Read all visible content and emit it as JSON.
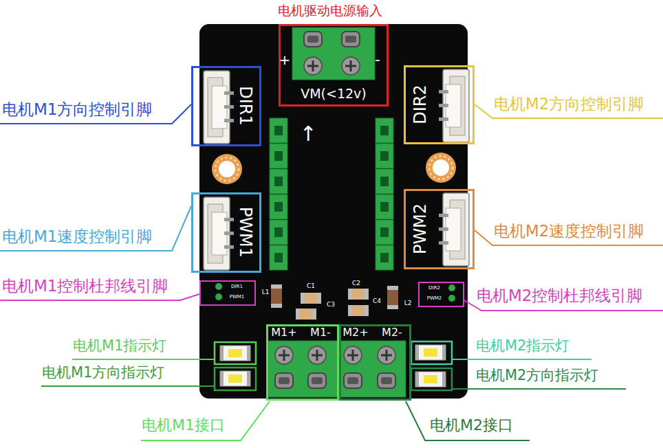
{
  "diagram": {
    "nodes": [
      {
        "text": [
          "电机驱动电源输入",
          "+",
          "-",
          "VM(<12v)"
        ]
      },
      {
        "text": [
          "DIR1"
        ]
      },
      {
        "text": [
          "PWM1"
        ]
      },
      {
        "text": [
          "DIR2"
        ]
      },
      {
        "text": [
          "PWM2"
        ]
      },
      {
        "text": [
          "DIR1",
          "PWM1"
        ]
      },
      {
        "text": [
          "DIR2",
          "PWM2"
        ]
      },
      {
        "text": [
          "M1+",
          "M1-"
        ]
      },
      {
        "text": [
          "M2+",
          "M2-"
        ]
      }
    ],
    "edges": [],
    "labels": [
      "电机M1方向控制引脚",
      "电机M2方向控制引脚",
      "↑",
      "电机M2速度控制引脚",
      "电机M1速度控制引脚",
      "C2",
      "C1",
      "L1",
      "电机M1控制杜邦线引脚",
      "C4",
      "电机M2控制杜邦线引脚",
      "C3",
      "L2",
      "电机M1指示灯",
      "电机M2指示灯",
      "电机M1方向指示灯",
      "电机M2方向指示灯",
      "电机M1接口",
      "电机M2接口"
    ]
  }
}
